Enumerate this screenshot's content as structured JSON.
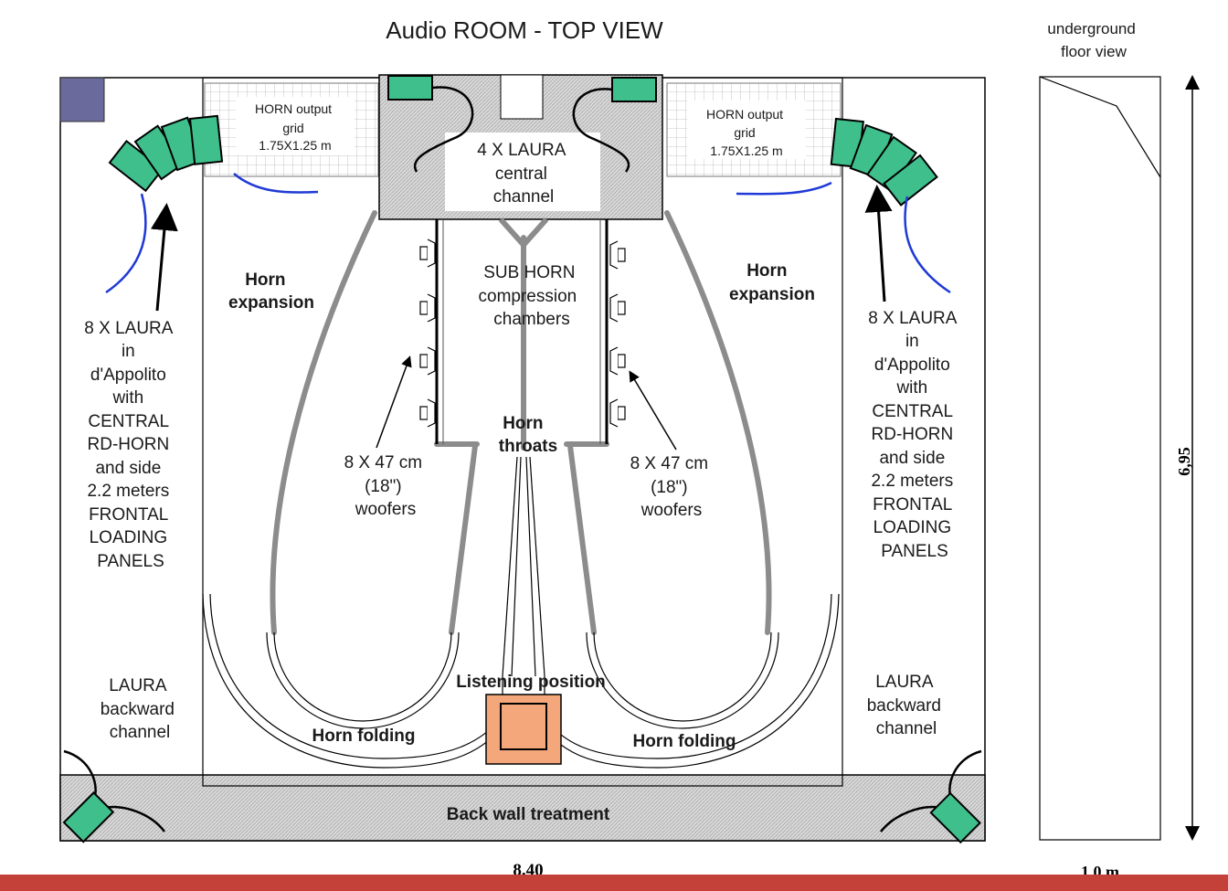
{
  "title": "Audio ROOM - TOP VIEW",
  "side_view": {
    "title_line1": "underground",
    "title_line2": "floor view",
    "height_dim": "6,95",
    "width_dim": "1.0 m"
  },
  "room_width_dim": "8.40",
  "labels": {
    "grid_left": [
      "HORN output",
      "grid",
      "1.75X1.25 m"
    ],
    "grid_right": [
      "HORN output",
      "grid",
      "1.75X1.25 m"
    ],
    "central": [
      "4 X LAURA",
      "central",
      "channel"
    ],
    "sub_horn": [
      "SUB HORN",
      "compression",
      "chambers"
    ],
    "horn_exp_left": [
      "Horn",
      "expansion"
    ],
    "horn_exp_right": [
      "Horn",
      "expansion"
    ],
    "laura_left": [
      "8 X LAURA",
      "in",
      "d'Appolito",
      "with",
      "CENTRAL",
      "RD-HORN",
      "and side",
      "2.2 meters",
      "FRONTAL",
      "LOADING",
      "PANELS"
    ],
    "laura_right": [
      "8 X LAURA",
      "in",
      "d'Appolito",
      "with",
      "CENTRAL",
      "RD-HORN",
      "and side",
      "2.2 meters",
      "FRONTAL",
      "LOADING",
      "PANELS"
    ],
    "woofers_left": [
      "8 X 47 cm",
      "(18\")",
      "woofers"
    ],
    "woofers_right": [
      "8 X 47 cm",
      "(18\")",
      "woofers"
    ],
    "horn_throats": [
      "Horn",
      "throats"
    ],
    "backward_left": [
      "LAURA",
      "backward",
      "channel"
    ],
    "backward_right": [
      "LAURA",
      "backward",
      "channel"
    ],
    "listening": "Listening position",
    "folding_left": "Horn folding",
    "folding_right": "Horn folding",
    "back_wall": "Back wall treatment"
  },
  "colors": {
    "speaker": "#3fbf8c",
    "grey_wall": "#8c8c8c",
    "blue_line": "#1f3ad6",
    "seat": "#f3a77a",
    "marker": "#6a6a9c",
    "bottom_bar": "#c4413a"
  }
}
